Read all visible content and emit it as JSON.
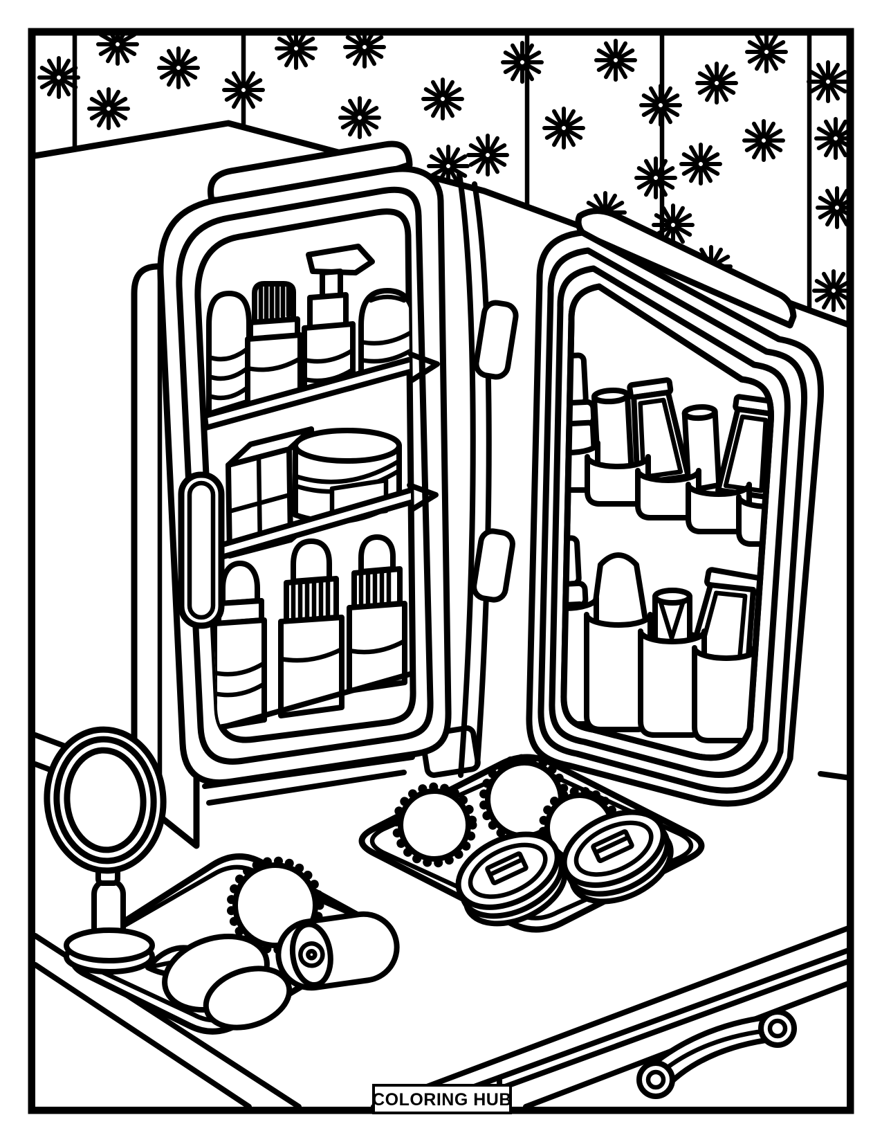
{
  "branding": {
    "label": "COLORING HUB"
  },
  "palette": {
    "line": "#000000",
    "background": "#ffffff"
  },
  "scene": {
    "description": "Black-and-white coloring book page of a skincare mini fridge standing open on a vanity counter, wallpaper with starbursts behind it, shelves full of beauty products, door pockets with lipsticks and tubes, an oval vanity mirror, trays with spa slippers, cotton pads, a rolled towel, stones and a leaf, and a drawer with a curved handle.",
    "elements": [
      "page-border",
      "starburst-wallpaper",
      "wall-panel-lines",
      "wall-counter-edge",
      "skincare-mini-fridge",
      "fridge-left-door",
      "fridge-interior-handle",
      "fridge-shelves",
      "lotion-bottle",
      "ribbed-cap-bottle",
      "pump-bottle",
      "dome-bottle",
      "makeup-palette-cube",
      "cream-jar",
      "dropper-bottles",
      "fridge-right-door",
      "door-pocket-cups",
      "spray-bottles",
      "lipsticks",
      "cosmetic-tubes",
      "cone-bottle",
      "fridge-hinges",
      "fridge-foot",
      "vanity-mirror",
      "mirror-stand",
      "mirror-base",
      "left-tray",
      "cotton-pad-pom",
      "rolled-towel",
      "spa-stones",
      "leaf",
      "center-tray",
      "spa-slippers",
      "slipper-soles",
      "slipper-buckles",
      "counter-front-edge",
      "drawer",
      "drawer-handle",
      "brand-label"
    ]
  }
}
